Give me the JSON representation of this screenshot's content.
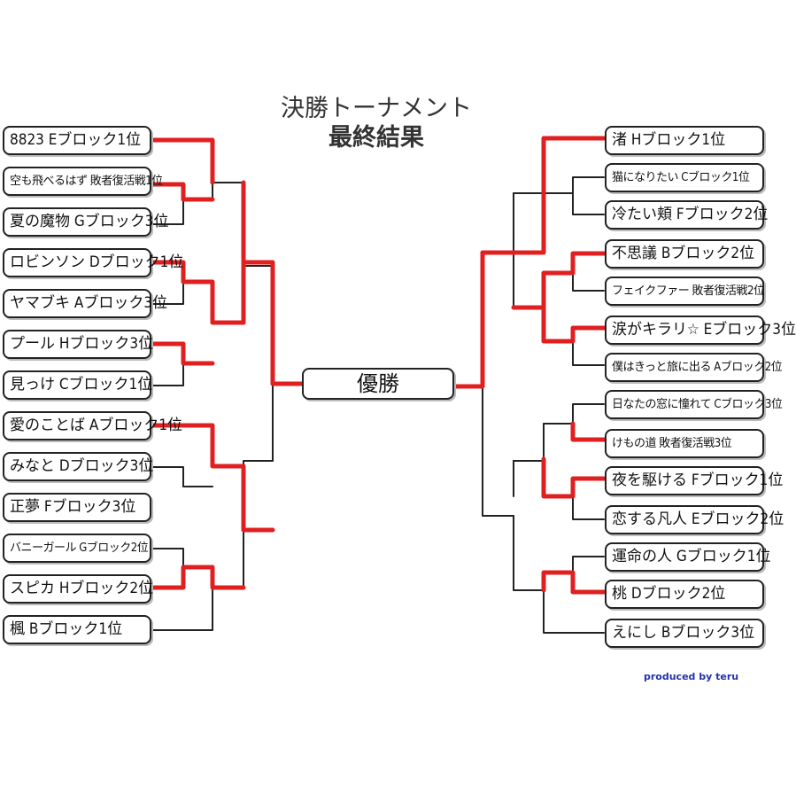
{
  "title": {
    "line1": "決勝トーナメント",
    "line2": "最終結果"
  },
  "winner_label": "優勝",
  "credit": "produced by teru",
  "colors": {
    "winning_path": "#e02020",
    "line": "#222222"
  },
  "left_entries": [
    {
      "label": "8823 Eブロック1位"
    },
    {
      "label": "空も飛べるはず 敗者復活戦1位"
    },
    {
      "label": "夏の魔物 Gブロック3位"
    },
    {
      "label": "ロビンソン Dブロック1位"
    },
    {
      "label": "ヤマブキ Aブロック3位"
    },
    {
      "label": "プール Hブロック3位"
    },
    {
      "label": "見っけ Cブロック1位"
    },
    {
      "label": "愛のことば Aブロック1位"
    },
    {
      "label": "みなと Dブロック3位"
    },
    {
      "label": "正夢 Fブロック3位"
    },
    {
      "label": "バニーガール Gブロック2位"
    },
    {
      "label": "スピカ Hブロック2位"
    },
    {
      "label": "楓 Bブロック1位"
    }
  ],
  "right_entries": [
    {
      "label": "渚 Hブロック1位"
    },
    {
      "label": "猫になりたい Cブロック1位"
    },
    {
      "label": "冷たい頬 Fブロック2位"
    },
    {
      "label": "不思議 Bブロック2位"
    },
    {
      "label": "フェイクファー 敗者復活戦2位"
    },
    {
      "label": "涙がキラリ☆ Eブロック3位"
    },
    {
      "label": "僕はきっと旅に出る Aブロック2位"
    },
    {
      "label": "日なたの窓に憧れて Cブロック3位"
    },
    {
      "label": "けもの道 敗者復活戦3位"
    },
    {
      "label": "夜を駆ける Fブロック1位"
    },
    {
      "label": "恋する凡人 Eブロック2位"
    },
    {
      "label": "運命の人 Gブロック1位"
    },
    {
      "label": "桃 Dブロック2位"
    },
    {
      "label": "えにし Bブロック3位"
    }
  ]
}
